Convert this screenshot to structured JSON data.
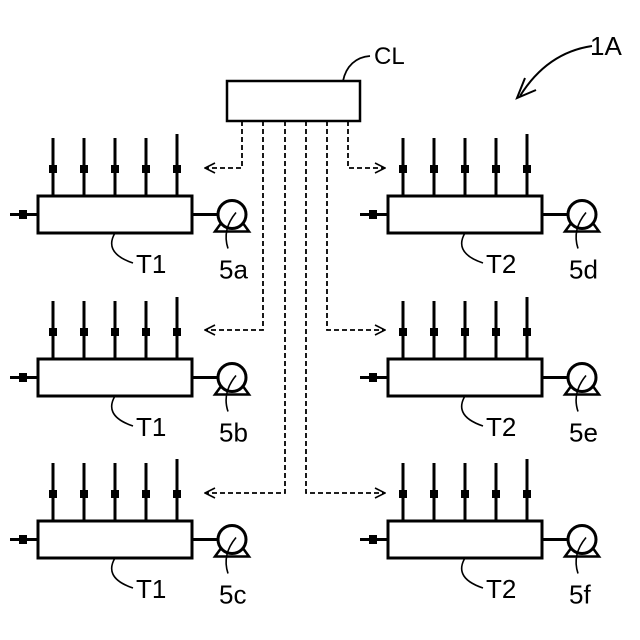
{
  "diagram": {
    "system_label": "1A",
    "controller": {
      "label": "CL"
    },
    "units": [
      {
        "id": "row1-left",
        "tank_label": "T1",
        "pump_label": "5a"
      },
      {
        "id": "row1-right",
        "tank_label": "T2",
        "pump_label": "5d"
      },
      {
        "id": "row2-left",
        "tank_label": "T1",
        "pump_label": "5b"
      },
      {
        "id": "row2-right",
        "tank_label": "T2",
        "pump_label": "5e"
      },
      {
        "id": "row3-left",
        "tank_label": "T1",
        "pump_label": "5c"
      },
      {
        "id": "row3-right",
        "tank_label": "T2",
        "pump_label": "5f"
      }
    ],
    "inlet_valves_per_tank": 5,
    "colors": {
      "line": "#000000",
      "background": "#ffffff"
    }
  }
}
